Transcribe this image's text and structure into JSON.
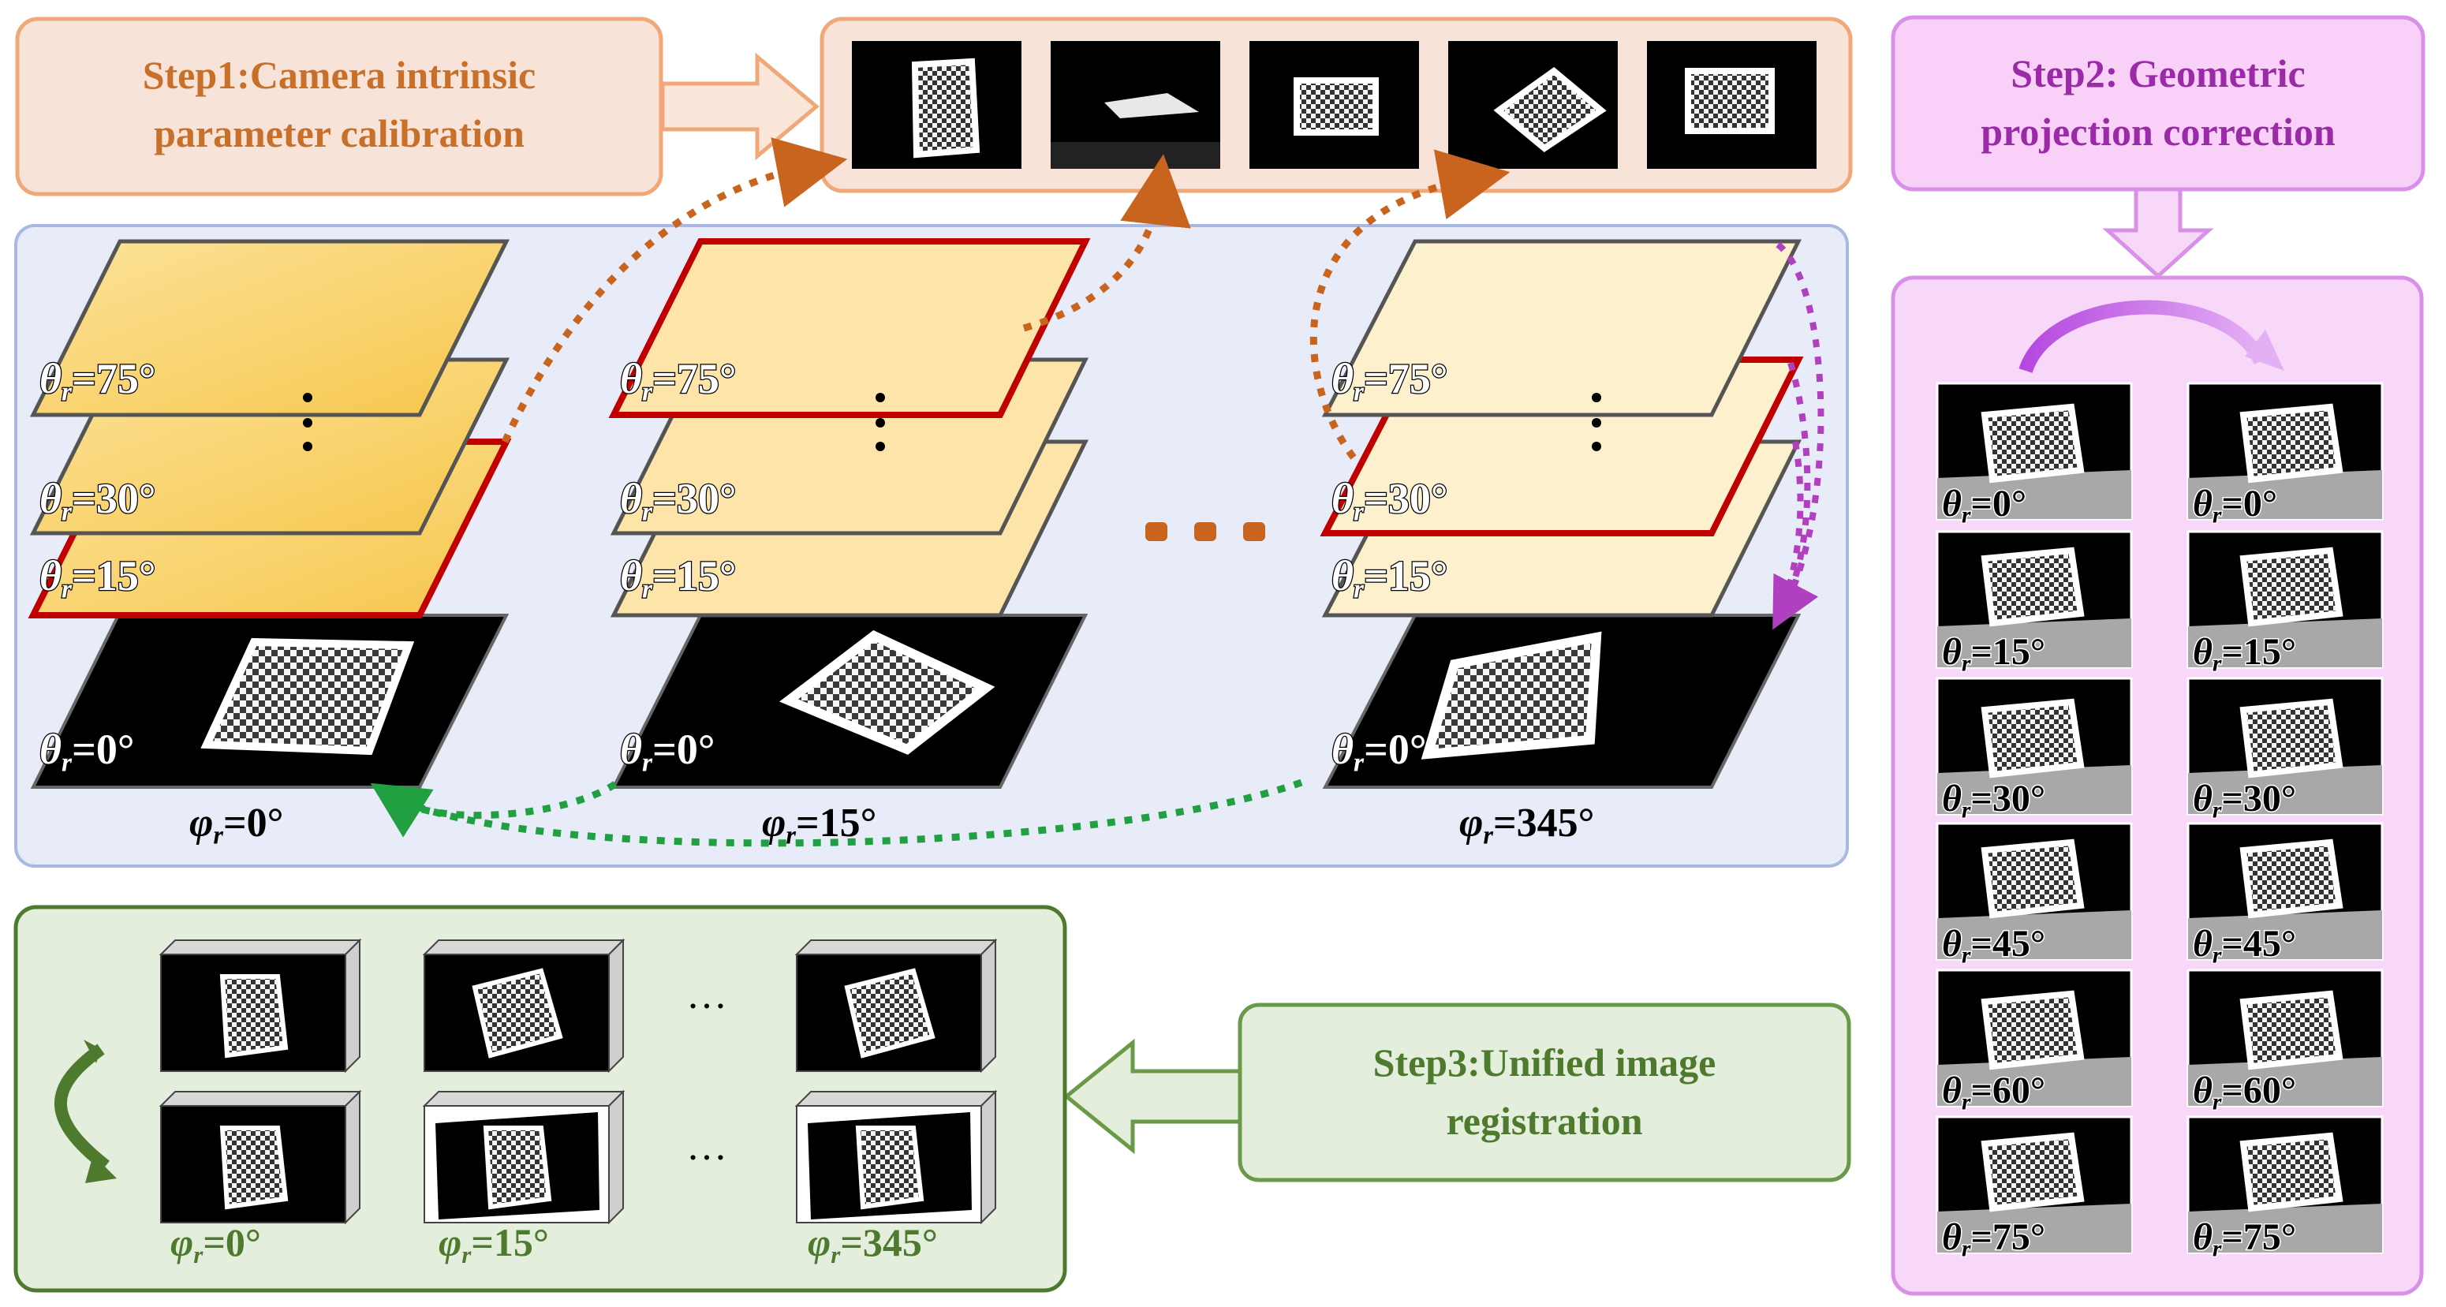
{
  "step1": {
    "line1": "Step1:Camera intrinsic",
    "line2": "parameter calibration",
    "color": "#c8702a",
    "fill": "#f8e3d8",
    "border": "#f0a878"
  },
  "step2": {
    "line1": "Step2: Geometric",
    "line2": "projection correction",
    "color": "#9a2aa8",
    "fill": "#f8d0f8",
    "border": "#d890e8"
  },
  "step3": {
    "line1": "Step3:Unified image",
    "line2": "registration",
    "color": "#4e7a2e",
    "fill": "#e4eedc",
    "border": "#6a9a48"
  },
  "theta_sym": "θ",
  "phi_sym": "φ",
  "sub_r": "r",
  "stack_labels": [
    "=75°",
    "=30°",
    "=15°",
    "=0°"
  ],
  "phi_labels": [
    "=0°",
    "=15°",
    "=345°"
  ],
  "angle_rows": [
    "=0°",
    "=15°",
    "=30°",
    "=45°",
    "=60°",
    "=75°"
  ],
  "ellipsis": "…",
  "colors": {
    "panel_blue": "#e8ecf8",
    "panel_blue_border": "#a8b8e0",
    "sheet_orange": "#fbd778",
    "sheet_light": "#fde4a8",
    "sheet_pale": "#fdf0cc",
    "red_outline": "#c00000",
    "brown_arrow": "#c8641e",
    "purple_arrow": "#b040c0",
    "green_arrow": "#20a040",
    "right_panel": "#f8d8f8"
  }
}
